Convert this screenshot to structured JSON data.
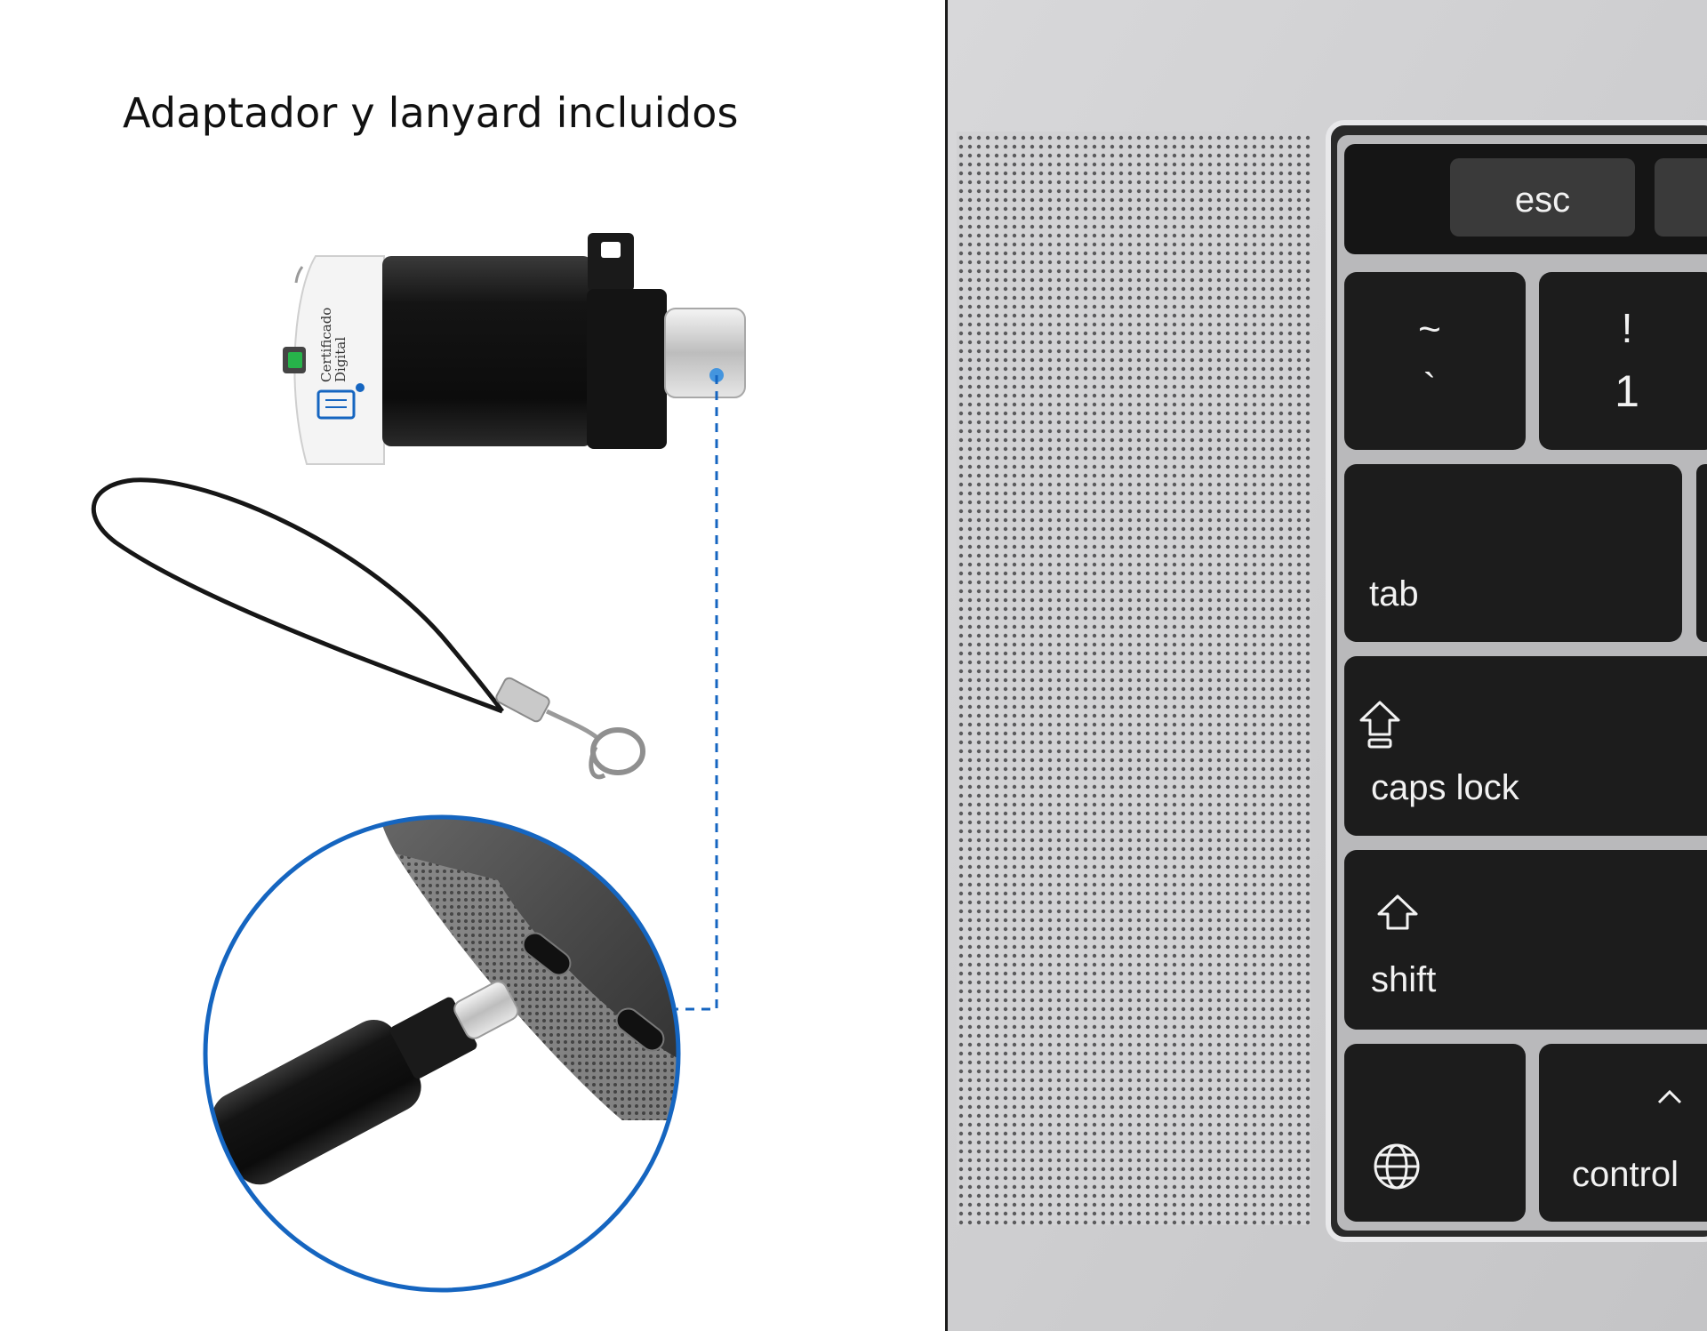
{
  "headline": "Adaptador y lanyard incluidos",
  "adapter": {
    "label_line1": "Certificado",
    "label_line2": "Digital"
  },
  "keyboard": {
    "esc": "esc",
    "tilde_top": "~",
    "tilde_bottom": "`",
    "one_top": "!",
    "one_bottom": "1",
    "tab": "tab",
    "caps_lock": "caps lock",
    "shift": "shift",
    "control": "control"
  },
  "colors": {
    "accent_blue": "#1565c0",
    "led_green": "#27b34a",
    "key_black": "#1c1c1c",
    "laptop_silver": "#cfcfd1"
  }
}
